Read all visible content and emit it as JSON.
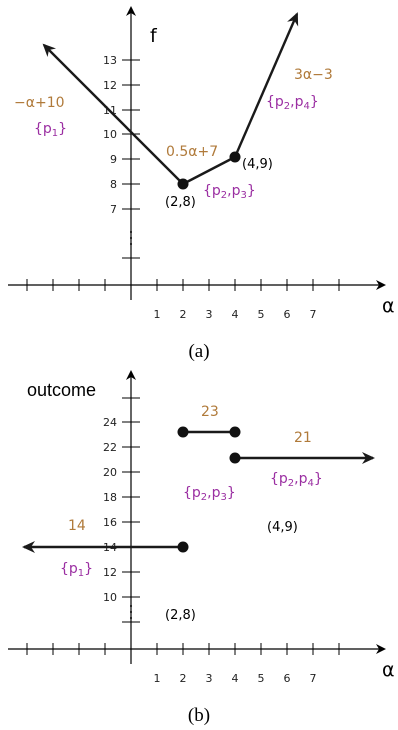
{
  "panel_a": {
    "caption": "(a)",
    "y_axis_letter": "f",
    "x_axis_letter": "α",
    "x_ticks": [
      "1",
      "2",
      "3",
      "4",
      "5",
      "6",
      "7"
    ],
    "y_ticks": [
      "7",
      "8",
      "9",
      "10",
      "11",
      "12",
      "13"
    ],
    "labels": {
      "left_expr": "−α+10",
      "left_set_a": "{p",
      "left_set_sub1": "1",
      "left_set_end": "}",
      "mid_expr": "0.5α+7",
      "mid_set_a": "{p",
      "mid_set_sub1": "2",
      "mid_set_b": ",p",
      "mid_set_sub2": "3",
      "mid_set_end": "}",
      "right_expr": "3α−3",
      "right_set_a": "{p",
      "right_set_sub1": "2",
      "right_set_b": ",p",
      "right_set_sub2": "4",
      "right_set_end": "}",
      "point1": "(2,8)",
      "point2": "(4,9)"
    }
  },
  "panel_b": {
    "caption": "(b)",
    "y_axis_label": "outcome",
    "x_axis_letter": "α",
    "x_ticks": [
      "1",
      "2",
      "3",
      "4",
      "5",
      "6",
      "7"
    ],
    "y_ticks": [
      "10",
      "12",
      "14",
      "16",
      "18",
      "20",
      "22",
      "24"
    ],
    "labels": {
      "left_value": "14",
      "left_set_a": "{p",
      "left_set_sub1": "1",
      "left_set_end": "}",
      "mid_value": "23",
      "mid_set_a": "{p",
      "mid_set_sub1": "2",
      "mid_set_b": ",p",
      "mid_set_sub2": "3",
      "mid_set_end": "}",
      "right_value": "21",
      "right_set_a": "{p",
      "right_set_sub1": "2",
      "right_set_b": ",p",
      "right_set_sub2": "4",
      "right_set_end": "}",
      "point1": "(2,8)",
      "point2": "(4,9)"
    }
  },
  "colors": {
    "expression": "#b07a3a",
    "set": "#9b2fa2",
    "curve": "#1a1a1a"
  }
}
